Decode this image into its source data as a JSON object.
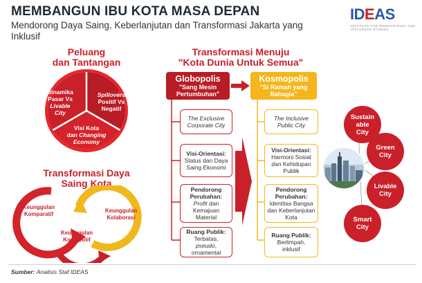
{
  "header": {
    "title": "MEMBANGUN IBU KOTA MASA DEPAN",
    "subtitle": "Mendorong Daya Saing, Keberlanjutan dan Transformasi Jakarta yang Inklusif"
  },
  "logo": {
    "part1": "ID",
    "part2": "E",
    "part3": "AS",
    "tagline": "INSTITUTE FOR DEMOGRAPHIC AND AFFLUENCE STUDIES"
  },
  "left_top": {
    "title_line1": "Peluang",
    "title_line2": "dan Tantangan",
    "seg1_line1": "Dinamika",
    "seg1_line2": "Pasar Vs",
    "seg1_line3": "Livable",
    "seg1_line4": "City",
    "seg2_line1": "Spillovers",
    "seg2_line2": "Positif Vs",
    "seg2_line3": "Negatif",
    "seg3_line1": "Visi Kota",
    "seg3_line2": "dan",
    "seg3_line3": "Changing",
    "seg3_line4": "Economy"
  },
  "left_bottom": {
    "title_line1": "Transformasi Daya",
    "title_line2": "Saing Kota",
    "item1_line1": "Keunggulan",
    "item1_line2": "Komparatif",
    "item2_line1": "Keunggulan",
    "item2_line2": "Kompetitif",
    "item3_line1": "Keunggulan",
    "item3_line2": "Kolaborasi"
  },
  "middle": {
    "title_line1": "Transformasi Menuju",
    "title_line2": "\"Kota Dunia Untuk Semua\"",
    "globopolis": {
      "name": "Globopolis",
      "tag_line1": "\"Sang Mesin",
      "tag_line2": "Pertumbuhan\"",
      "box1_line1": "The Exclusive",
      "box1_line2": "Corporate City",
      "box2_line1": "Visi-Orientasi:",
      "box2_line2": "Status dan Daya",
      "box2_line3": "Saing Ekonomi",
      "box3_line1": "Pendorong",
      "box3_line2": "Perubahan:",
      "box3_line3": "Profit",
      "box3_line3b": " dan",
      "box3_line4": "Kemajuan",
      "box3_line5": "Material",
      "box4_line1": "Ruang Publik:",
      "box4_line2": "Terbatas,",
      "box4_line3": "pseudo",
      "box4_line3b": ",",
      "box4_line4": "ornamental"
    },
    "kosmopolis": {
      "name": "Kosmopolis",
      "tag_line1": "\"Si Ramah yang",
      "tag_line2": "Bahagia\"",
      "box1_line1": "The Inclusive",
      "box1_line2": "Public City",
      "box2_line1": "Visi-Orientasi:",
      "box2_line2": "Harmoni Sosial",
      "box2_line3": "dan Kehidupan",
      "box2_line4": "Publik",
      "box3_line1": "Pendorong",
      "box3_line2": "Perubahan:",
      "box3_line3": "Identitas Bangsa",
      "box3_line4": "dan Keberlanjutan",
      "box3_line5": "Kota",
      "box4_line1": "Ruang Publik:",
      "box4_line2": "Berlimpah,",
      "box4_line3": "inklusif"
    }
  },
  "right": {
    "c1_line1": "Sustain",
    "c1_line2": "able",
    "c1_line3": "City",
    "c2_line1": "Green",
    "c2_line2": "City",
    "c3_line1": "Livable",
    "c3_line2": "City",
    "c4_line1": "Smart",
    "c4_line2": "City"
  },
  "footer": {
    "source_label": "Sumber:",
    "source_text": "Analisis Staf IDEAS"
  },
  "colors": {
    "red": "#c9202a",
    "dark_red": "#b81c24",
    "yellow": "#f4b61c",
    "navy": "#1f2a36",
    "blue": "#2a58a8"
  }
}
